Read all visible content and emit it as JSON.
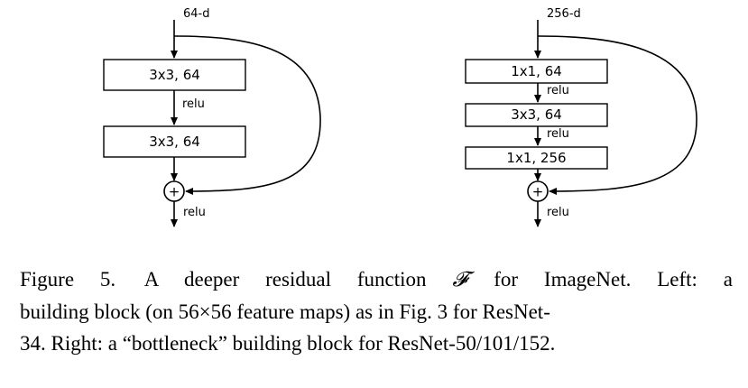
{
  "left_block": {
    "input_label": "64-d",
    "layers": [
      "3x3, 64",
      "3x3, 64"
    ],
    "activations": [
      "relu"
    ],
    "output_activation": "relu",
    "add_symbol": "+"
  },
  "right_block": {
    "input_label": "256-d",
    "layers": [
      "1x1, 64",
      "3x3, 64",
      "1x1, 256"
    ],
    "activations": [
      "relu",
      "relu"
    ],
    "output_activation": "relu",
    "add_symbol": "+"
  },
  "caption": {
    "figure_label": "Figure 5.",
    "text_before_symbol": "A deeper residual function",
    "symbol": "𝓕",
    "line_1_rest": "for ImageNet.  Left: a",
    "line_2": "building block (on 56×56 feature maps) as in Fig. 3 for ResNet-",
    "line_3": "34. Right: a “bottleneck” building block for ResNet-50/101/152."
  }
}
